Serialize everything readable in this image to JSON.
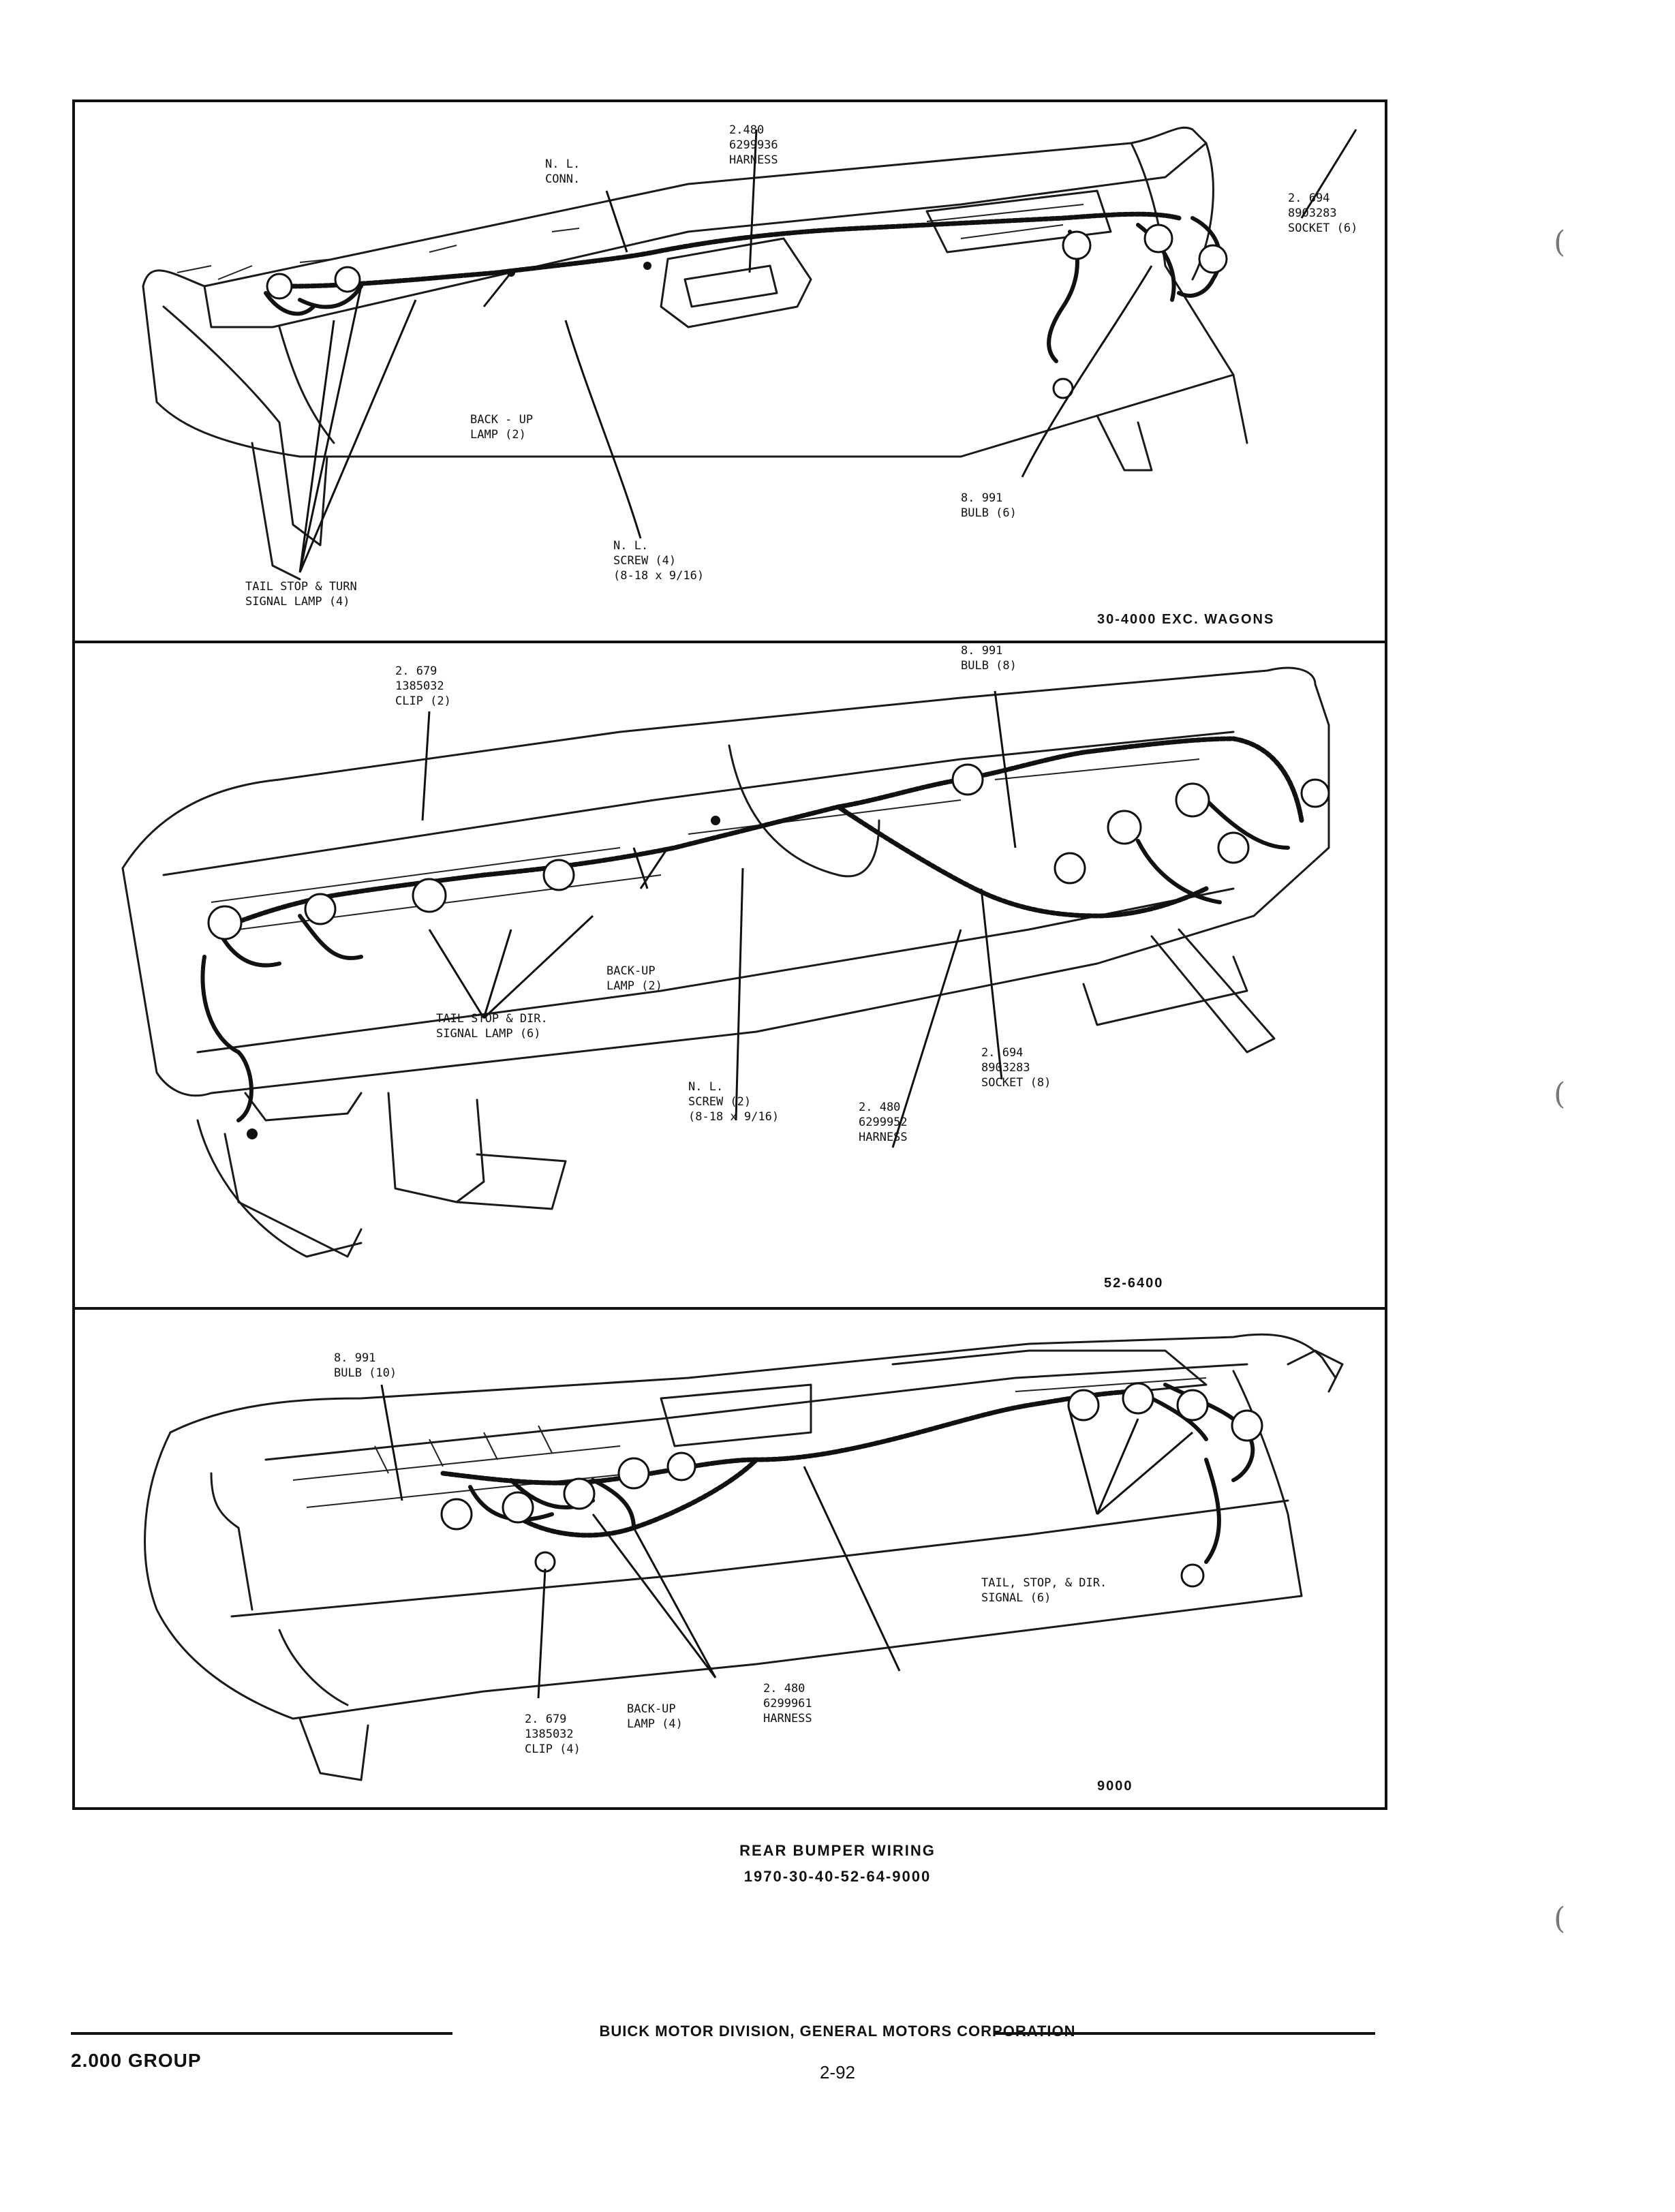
{
  "panels": [
    {
      "model": "30-4000 EXC. WAGONS",
      "labels": {
        "harness": "2.480\n6299936\nHARNESS",
        "nl_conn": "N. L.\nCONN.",
        "socket": "2. 694\n8903283\nSOCKET (6)",
        "backup": "BACK - UP\nLAMP (2)",
        "bulb": "8. 991\nBULB (6)",
        "screw": "N. L.\nSCREW (4)\n(8-18 x 9/16)",
        "tail": "TAIL STOP & TURN\nSIGNAL LAMP (4)"
      }
    },
    {
      "model": "52-6400",
      "labels": {
        "clip": "2. 679\n1385032\nCLIP (2)",
        "bulb": "8. 991\nBULB (8)",
        "backup": "BACK-UP\nLAMP (2)",
        "tail": "TAIL STOP & DIR.\nSIGNAL LAMP (6)",
        "socket": "2. 694\n8903283\nSOCKET (8)",
        "screw": "N. L.\nSCREW (2)\n(8-18 x 9/16)",
        "harness": "2. 480\n6299952\nHARNESS"
      }
    },
    {
      "model": "9000",
      "labels": {
        "bulb": "8. 991\nBULB (10)",
        "tail": "TAIL, STOP, & DIR.\nSIGNAL (6)",
        "harness": "2. 480\n6299961\nHARNESS",
        "backup": "BACK-UP\nLAMP (4)",
        "clip": "2. 679\n1385032\nCLIP (4)"
      }
    }
  ],
  "caption": {
    "title": "REAR BUMPER WIRING",
    "models": "1970-30-40-52-64-9000"
  },
  "footer": {
    "organization": "BUICK MOTOR DIVISION, GENERAL MOTORS CORPORATION",
    "group": "2.000 GROUP",
    "page": "2-92"
  }
}
